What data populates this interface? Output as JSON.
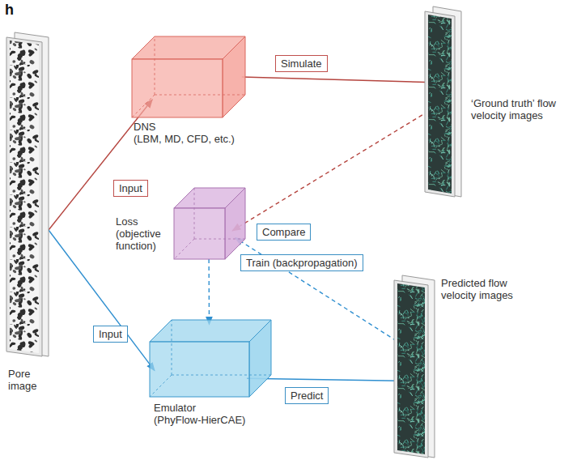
{
  "diagram": {
    "nodes": [
      {
        "text": [
          "Pore image"
        ]
      },
      {
        "text": [
          "DNS",
          "(LBM, MD, CFD, etc.)"
        ]
      },
      {
        "text": [
          "‘Ground truth’ flow velocity images"
        ]
      },
      {
        "text": [
          "Loss (objective function)"
        ]
      },
      {
        "text": [
          "Emulator",
          "(PhyFlow-HierCAE)"
        ]
      },
      {
        "text": [
          "Predicted flow velocity images"
        ]
      }
    ],
    "edges": [
      {
        "from": 0,
        "to": 1,
        "label": "Input",
        "arrow": "to"
      },
      {
        "from": 1,
        "to": 2,
        "label": "Simulate",
        "arrow": "to"
      },
      {
        "from": 2,
        "to": 3,
        "arrow": "to"
      },
      {
        "from": 0,
        "to": 4,
        "label": "Input",
        "arrow": "to"
      },
      {
        "from": 4,
        "to": 5,
        "label": "Predict",
        "arrow": "to"
      },
      {
        "from": 5,
        "to": 3,
        "label": "Compare",
        "arrow": "to"
      },
      {
        "from": 3,
        "to": 4,
        "label": "Train (backpropagation)",
        "arrow": "to"
      }
    ],
    "labels": [
      "h"
    ]
  }
}
